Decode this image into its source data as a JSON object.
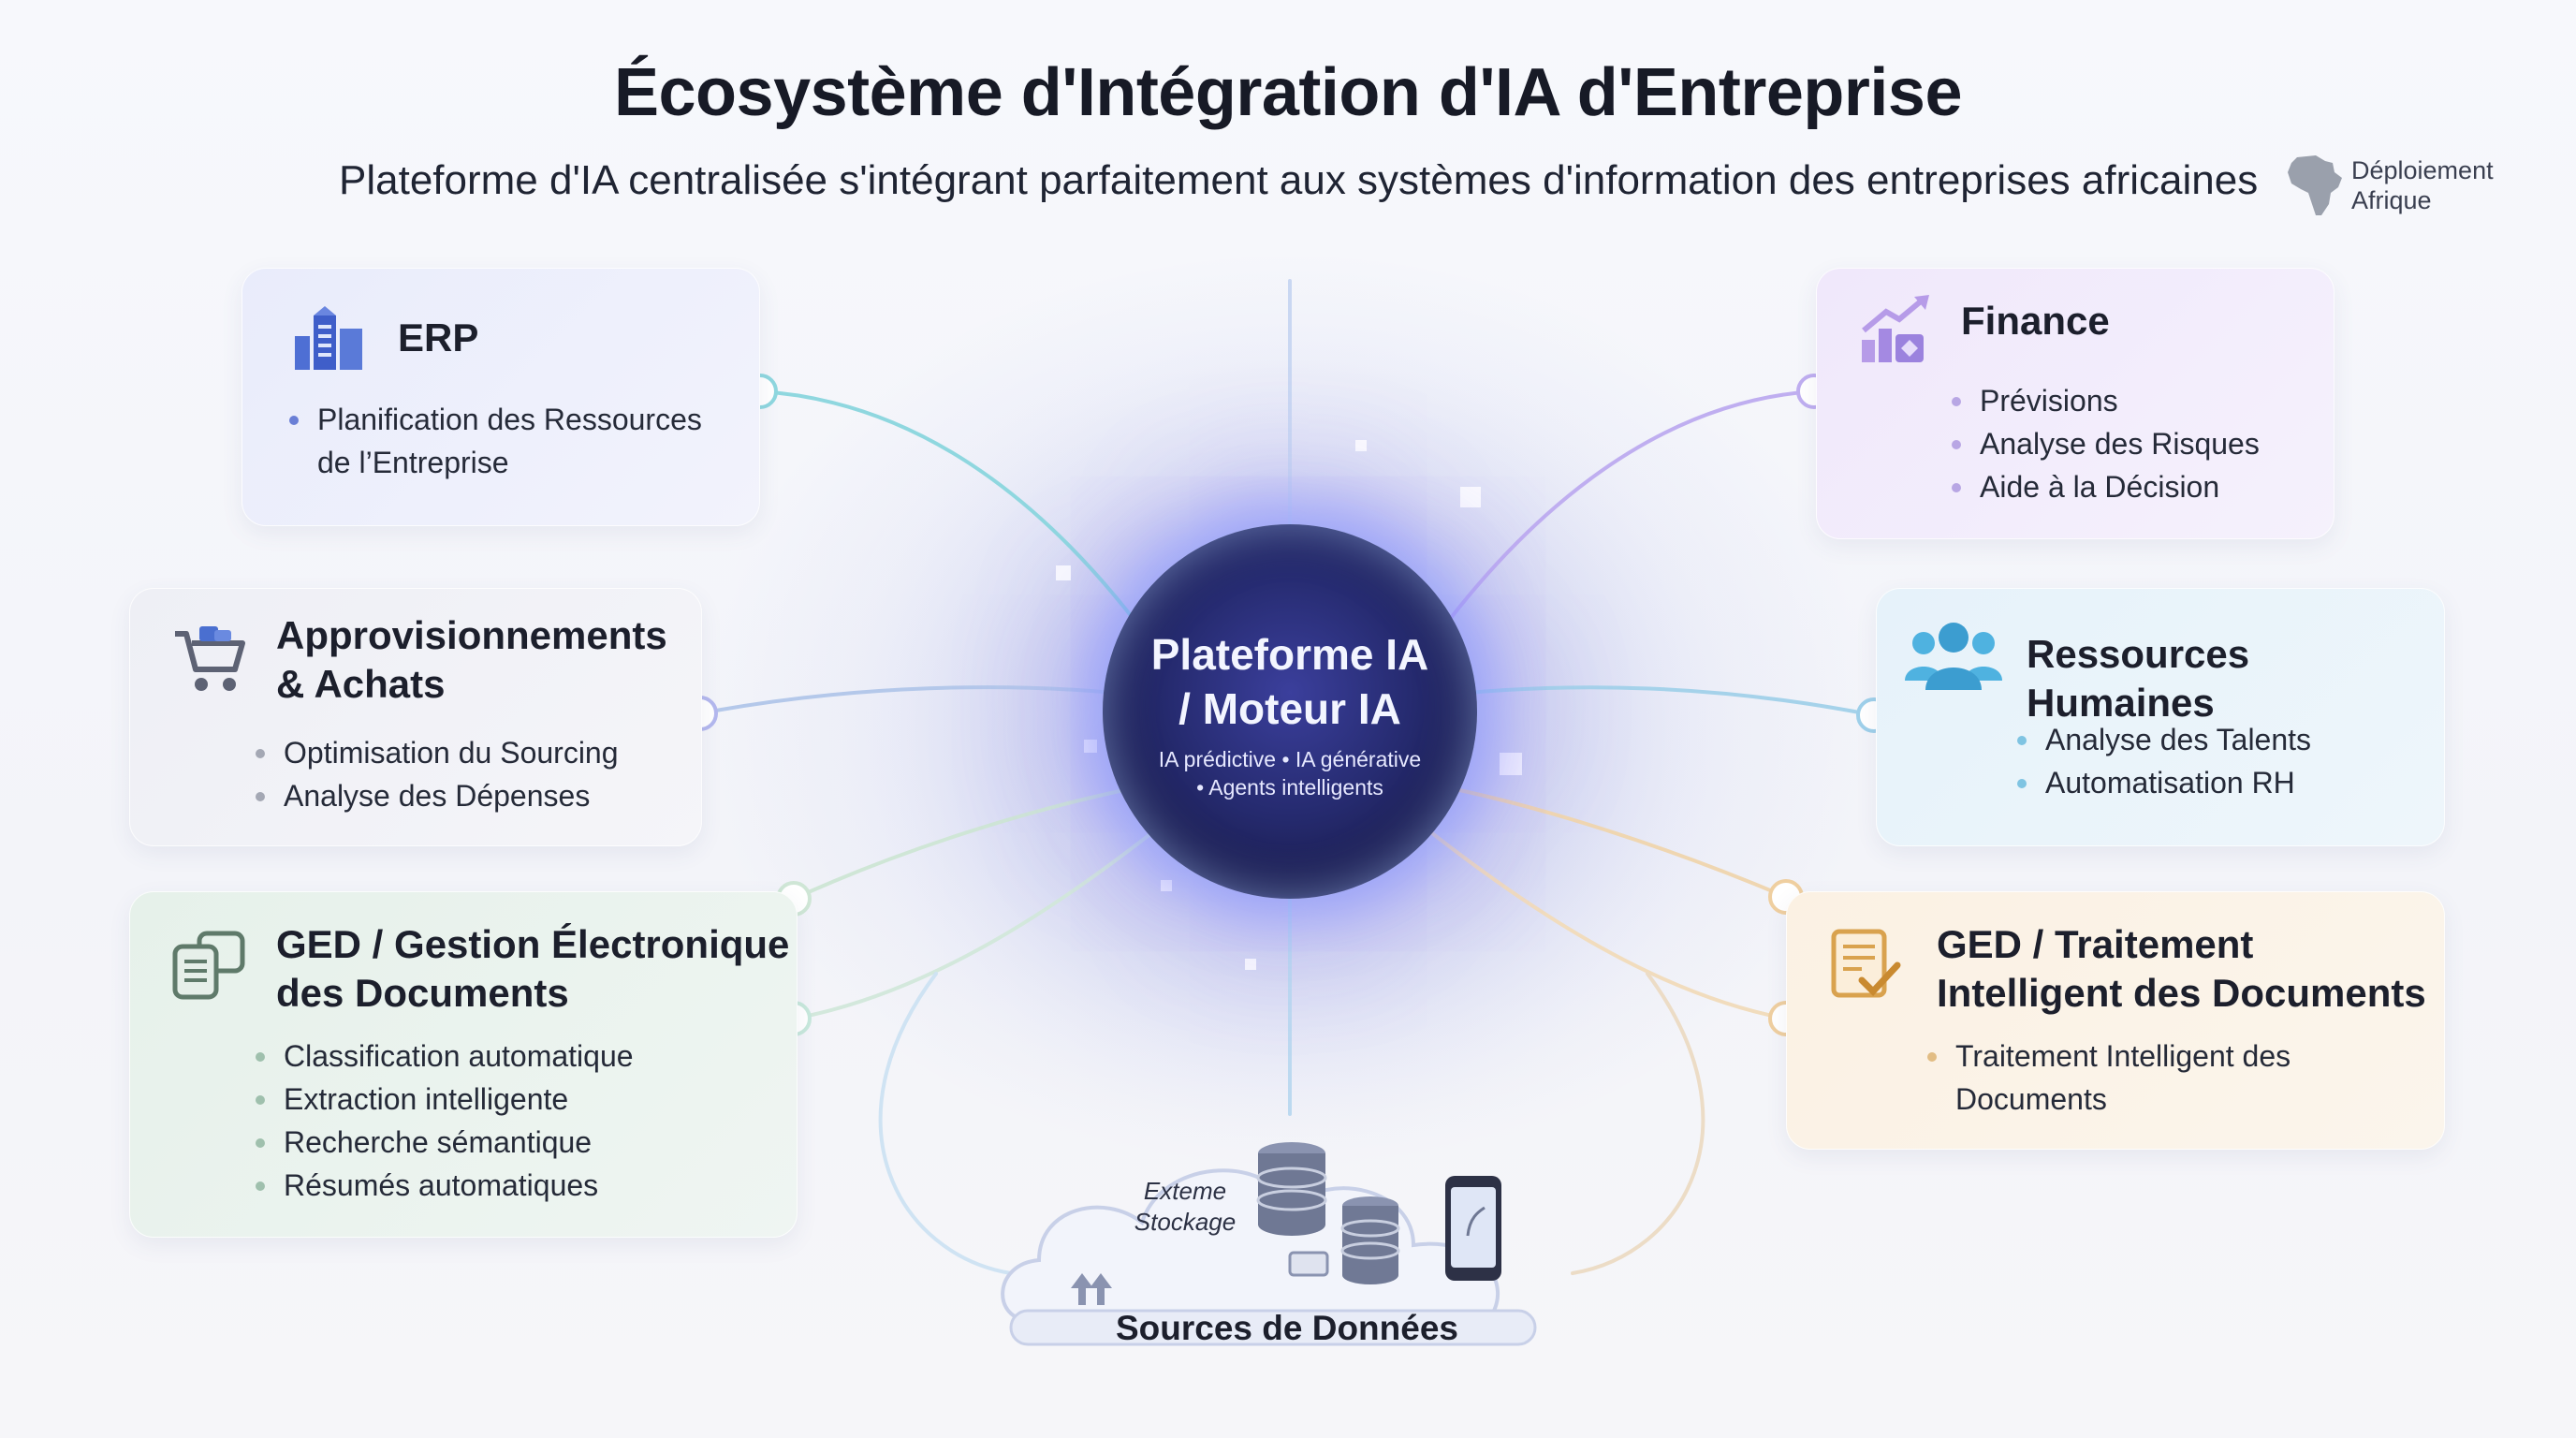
{
  "header": {
    "title": "Écosystème d'Intégration d'IA d'Entreprise",
    "subtitle": "Plateforme d'IA centralisée s'intégrant parfaitement aux systèmes d'information des entreprises africaines",
    "badge_line1": "Déploiement",
    "badge_line2": "Afrique"
  },
  "core": {
    "title_line1": "Plateforme IA",
    "title_line2": "/ Moteur IA",
    "caption_line1": "IA prédictive • IA générative",
    "caption_line2": "• Agents intelligents"
  },
  "cards": {
    "erp": {
      "title": "ERP",
      "items": [
        "Planification des Ressources de l’Entreprise"
      ]
    },
    "finance": {
      "title": "Finance",
      "items": [
        "Prévisions",
        "Analyse des Risques",
        "Aide à la Décision"
      ]
    },
    "procurement": {
      "title_line1": "Approvisionnements",
      "title_line2": "& Achats",
      "items": [
        "Optimisation du Sourcing",
        "Analyse des Dépenses"
      ]
    },
    "hr": {
      "title": "Ressources Humaines",
      "items": [
        "Analyse des Talents",
        "Automatisation RH"
      ]
    },
    "ged_left": {
      "title_line1": "GED / Gestion Électronique",
      "title_line2": "des Documents",
      "items": [
        "Classification automatique",
        "Extraction intelligente",
        "Recherche sémantique",
        "Résumés automatiques"
      ]
    },
    "ged_right": {
      "title_line1": "GED / Traitement",
      "title_line2": "Intelligent des Documents",
      "items": [
        "Traitement Intelligent des Documents"
      ]
    }
  },
  "data_sources": {
    "label": "Sources de Données",
    "storage_line1": "Exteme",
    "storage_line2": "Stockage"
  },
  "icons": {
    "erp": "buildings-icon",
    "finance": "growth-chart-icon",
    "procurement": "shopping-cart-icon",
    "hr": "people-group-icon",
    "ged_left": "documents-icon",
    "ged_right": "checklist-document-icon",
    "badge": "africa-map-icon",
    "cloud": "cloud-icon",
    "database": "database-icon",
    "mobile": "smartphone-icon"
  },
  "colors": {
    "erp": "#6a7fd6",
    "finance": "#9b82de",
    "procurement": "#7a7f90",
    "hr": "#46a9d8",
    "ged_left": "#5f7a6a",
    "ged_right": "#d9a24e",
    "core": "#252a6e"
  }
}
